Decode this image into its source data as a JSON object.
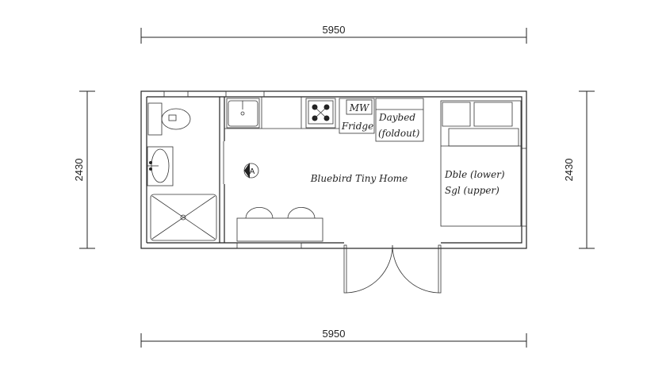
{
  "title": "Bluebird Tiny Home",
  "dimensions": {
    "top": "5950",
    "bottom": "5950",
    "left": "2430",
    "right": "2430"
  },
  "labels": {
    "mw": "MW",
    "fridge": "Fridge",
    "daybed_line1": "Daybed",
    "daybed_line2": "(foldout)",
    "bed_line1": "Dble (lower)",
    "bed_line2": "Sgl (upper)",
    "section_marker": "A"
  }
}
